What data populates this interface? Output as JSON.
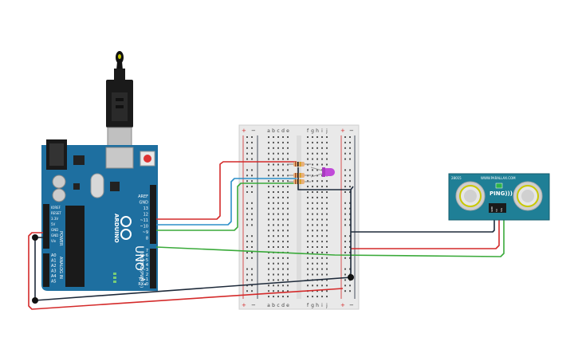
{
  "arduino": {
    "brand": "ARDUINO",
    "model": "UNO",
    "power_header_label": "POWER",
    "analog_header_label": "ANALOG IN",
    "digital_header_label": "DIGITAL (PWM ~)",
    "power_pins": [
      "IOREF",
      "RESET",
      "3.3V",
      "5V",
      "GND",
      "GND",
      "Vin"
    ],
    "analog_pins": [
      "A0",
      "A1",
      "A2",
      "A3",
      "A4",
      "A5"
    ],
    "digital_pins_top": [
      "AREF",
      "GND",
      "13",
      "12",
      "~11",
      "~10",
      "~9",
      "8"
    ],
    "digital_pins_bottom": [
      "7",
      "~6",
      "~5",
      "4",
      "~3",
      "2",
      "TX▸1",
      "RX◂0"
    ]
  },
  "breadboard": {
    "columns": [
      "a",
      "b",
      "c",
      "d",
      "e",
      "f",
      "g",
      "h",
      "i",
      "j"
    ],
    "rail_plus": "+",
    "rail_minus": "−",
    "row_count": 30
  },
  "sensor": {
    "name": "PING)))",
    "website": "WWW.PARALLAX.COM",
    "pin_labels": [
      "GND",
      "5V",
      "SIG"
    ],
    "corner_label": "28015"
  },
  "colors": {
    "wire_red": "#d42a2a",
    "wire_blue": "#2b8fc9",
    "wire_green": "#3aaa3a",
    "wire_dark": "#1e2a3a",
    "board_blue": "#1e6fa0",
    "sensor_teal": "#1f7f96",
    "led_purple": "#c04ad8"
  },
  "components": {
    "led": "led-purple",
    "resistors": [
      "resistor-1",
      "resistor-2",
      "resistor-3"
    ]
  }
}
